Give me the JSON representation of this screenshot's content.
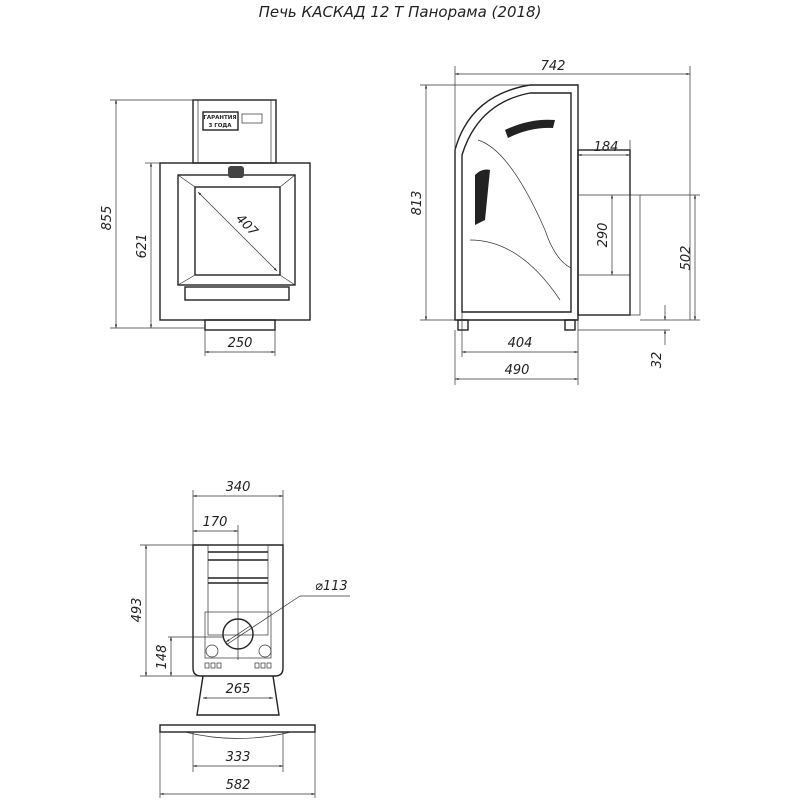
{
  "title": "Печь КАСКАД 12 Т Панорама (2018)",
  "front_view": {
    "warranty_label_line1": "ГАРАНТИЯ",
    "warranty_label_line2": "3 ГОДА",
    "dims": {
      "height_total": "855",
      "height_body": "621",
      "glass_diagonal": "407",
      "base_width": "250"
    }
  },
  "side_view": {
    "dims": {
      "depth_total": "742",
      "pipe_offset": "184",
      "height": "813",
      "pipe_height": "290",
      "pipe_axis_height": "502",
      "body_depth_inner": "404",
      "body_depth": "490",
      "leg_height": "32"
    }
  },
  "top_view": {
    "dims": {
      "width": "340",
      "center_offset": "170",
      "flue_diameter": "⌀113",
      "depth": "493",
      "flue_axis": "148",
      "base_width": "265",
      "plate_inner": "333",
      "plate_width": "582"
    }
  }
}
